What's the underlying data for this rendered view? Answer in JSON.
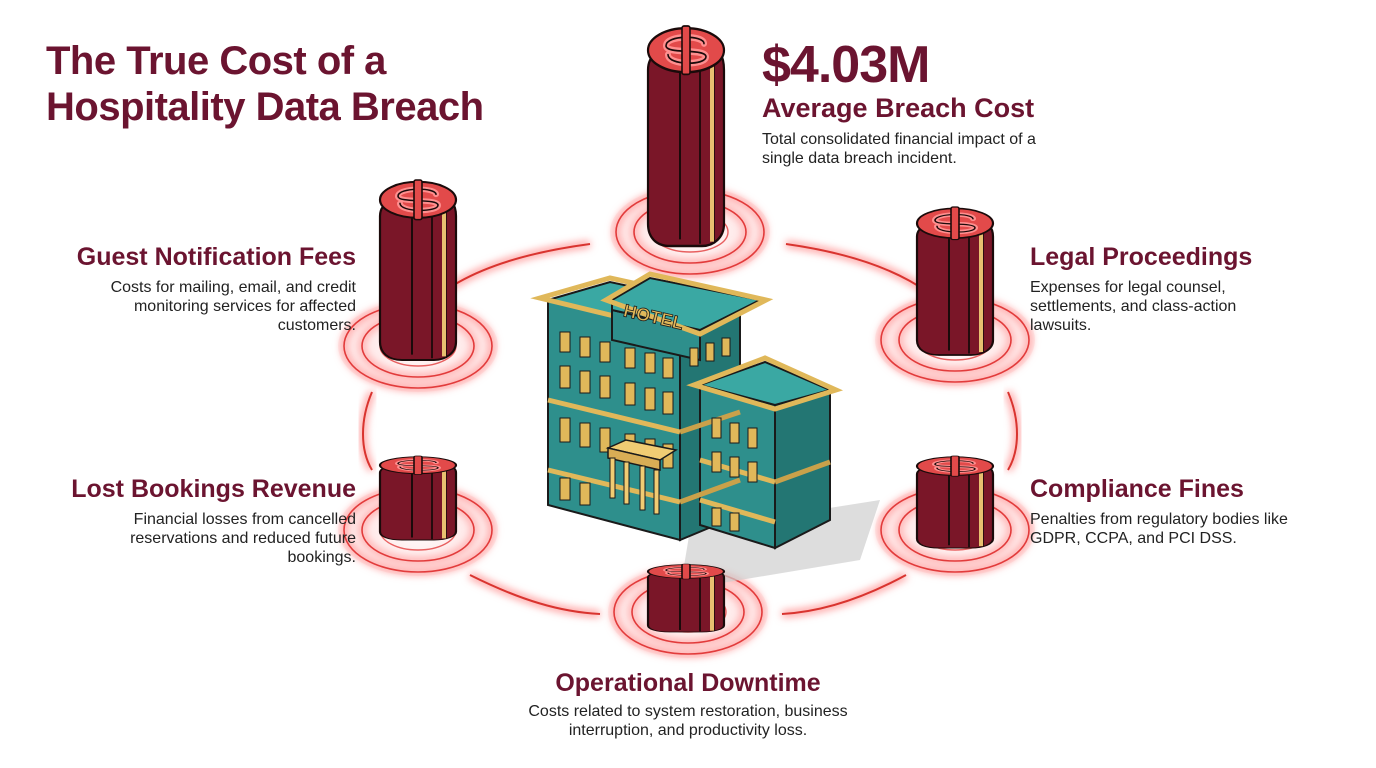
{
  "title": "The True Cost of a Hospitality Data Breach",
  "hotel_sign": "HOTEL",
  "center": {
    "amount": "$4.03M",
    "label": "Average Breach Cost",
    "description": "Total consolidated financial impact of a single data breach incident."
  },
  "items": [
    {
      "label": "Guest Notification Fees",
      "description": "Costs for mailing, email, and credit monitoring services for affected customers."
    },
    {
      "label": "Legal Proceedings",
      "description": "Expenses for legal counsel, settlements, and class-action lawsuits."
    },
    {
      "label": "Lost Bookings Revenue",
      "description": "Financial losses from cancelled reservations and reduced future bookings."
    },
    {
      "label": "Compliance Fines",
      "description": "Penalties from regulatory bodies like GDPR, CCPA, and PCI DSS."
    },
    {
      "label": "Operational Downtime",
      "description": "Costs related to system restoration, business interruption, and productivity loss."
    }
  ],
  "colors": {
    "title": "#6b1430",
    "symbol_dark": "#7a1628",
    "symbol_front": "#e24a4a",
    "symbol_edge": "#e8c070",
    "glow": "#e84444",
    "hotel_wall": "#2e8f8c",
    "hotel_trim": "#e0b85a"
  },
  "icons": [
    "dollar-symbol-icon",
    "hotel-building-icon"
  ]
}
